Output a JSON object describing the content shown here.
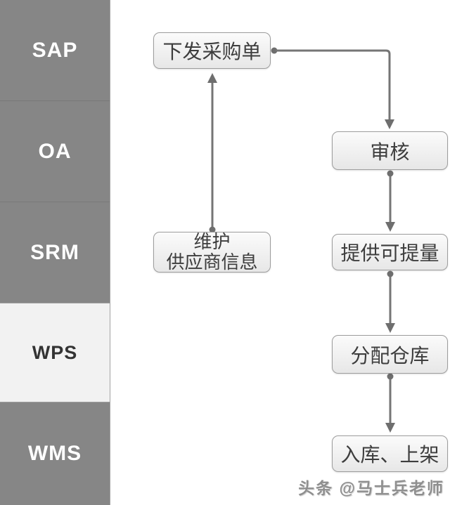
{
  "sidebar": {
    "items": [
      {
        "id": "sap",
        "label": "SAP",
        "style": "dark"
      },
      {
        "id": "oa",
        "label": "OA",
        "style": "dark"
      },
      {
        "id": "srm",
        "label": "SRM",
        "style": "dark"
      },
      {
        "id": "wps",
        "label": "WPS",
        "style": "light"
      },
      {
        "id": "wms",
        "label": "WMS",
        "style": "dark"
      }
    ]
  },
  "flowchart": {
    "nodes": [
      {
        "id": "issue-purchase-order",
        "label": "下发采购单",
        "lane": "SAP"
      },
      {
        "id": "review",
        "label": "审核",
        "lane": "OA"
      },
      {
        "id": "maintain-supplier-info",
        "label": "维护\n供应商信息",
        "lane": "SRM"
      },
      {
        "id": "provide-available-quantity",
        "label": "提供可提量",
        "lane": "SRM"
      },
      {
        "id": "assign-warehouse",
        "label": "分配仓库",
        "lane": "WPS"
      },
      {
        "id": "inbound-shelving",
        "label": "入库、上架",
        "lane": "WMS"
      }
    ],
    "connections": [
      {
        "from": "issue-purchase-order",
        "to": "review"
      },
      {
        "from": "review",
        "to": "provide-available-quantity"
      },
      {
        "from": "provide-available-quantity",
        "to": "assign-warehouse"
      },
      {
        "from": "assign-warehouse",
        "to": "inbound-shelving"
      },
      {
        "from": "maintain-supplier-info",
        "to": "issue-purchase-order"
      }
    ]
  },
  "watermark": "头条 @马士兵老师",
  "colors": {
    "sidebar_dark": "#868686",
    "sidebar_light": "#f2f2f2",
    "node_border": "#9d9d9d",
    "node_fill_top": "#fbfbfb",
    "node_fill_bottom": "#e7e7e7",
    "connector": "#757575"
  }
}
